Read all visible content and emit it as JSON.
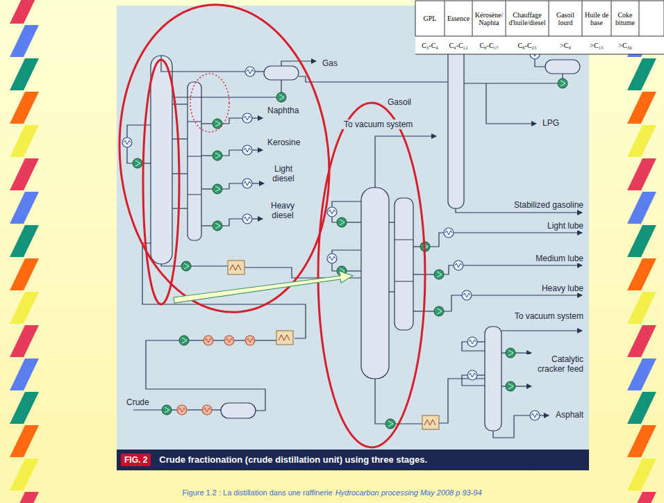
{
  "diagram": {
    "caption": "Figure 1.2 : La distillation dans une raffinerie",
    "nodes": [
      {
        "text": [
          "Crude fractionation (crude distillation unit) using three stages."
        ]
      },
      {
        "text": [
          "FIG. 2"
        ],
        "in": 0
      }
    ],
    "labels": [
      "GPL",
      "Essence",
      "Kérosène/ Naphta",
      "Chauffage d'huile/diesel",
      "Gasoil lourd",
      "Huile de base",
      "Coke bitume",
      "C₃-C₄",
      "C₄-C₁₂",
      "C₈-C₁₇",
      "C₈-C₂₅",
      ">C₈",
      ">C₁₅",
      ">C₃₀",
      "Gas",
      "Naphtha",
      "Kerosine",
      "Light diesel",
      "Heavy diesel",
      "Gasoil",
      "To vacuum system",
      "LPG",
      "Stabilized gasoline",
      "Light lube",
      "Medium lube",
      "Heavy lube",
      "To vacuum system",
      "Catalytic cracker feed",
      "Crude",
      "Asphalt",
      "Hydrocarbon processing May 2008  p 93-94"
    ]
  }
}
